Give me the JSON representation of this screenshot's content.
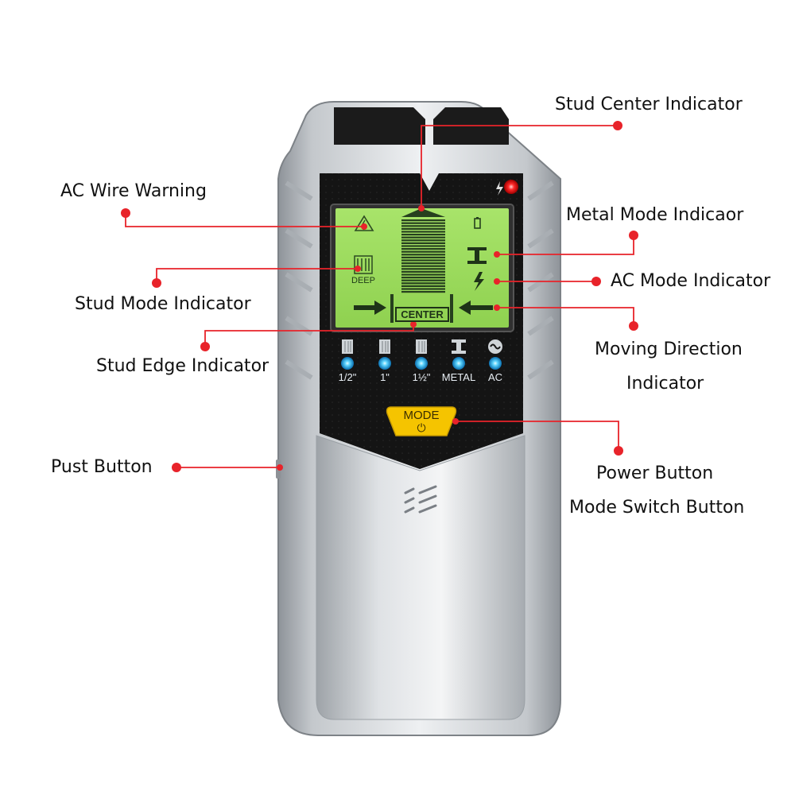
{
  "callouts": {
    "stud_center": "Stud Center Indicator",
    "ac_wire_warning": "AC Wire Warning",
    "metal_mode": "Metal Mode Indicaor",
    "ac_mode": "AC Mode Indicator",
    "stud_mode": "Stud Mode Indicator",
    "moving_direction_1": "Moving Direction",
    "moving_direction_2": "Indicator",
    "stud_edge": "Stud Edge Indicator",
    "pust_button": "Pust Button",
    "power_button": "Power Button",
    "mode_switch_button": "Mode Switch Button"
  },
  "lcd": {
    "deep_label": "DEEP",
    "center_label": "CENTER"
  },
  "depth_modes": [
    {
      "label": "1/2\"",
      "icon": "stud-block-icon"
    },
    {
      "label": "1\"",
      "icon": "stud-block-icon"
    },
    {
      "label": "1½\"",
      "icon": "stud-block-icon"
    },
    {
      "label": "METAL",
      "icon": "i-beam-icon"
    },
    {
      "label": "AC",
      "icon": "ac-wave-icon"
    }
  ],
  "mode_button": {
    "label": "MODE",
    "icon": "power-icon"
  },
  "colors": {
    "callout_dot": "#e8232a",
    "callout_line": "#e8232a",
    "lcd_green": "#9fdc5e",
    "led_blue": "#19b6ff",
    "mode_button_yellow": "#f5c400",
    "device_silver": "#c9cdd1",
    "face_black": "#141414"
  }
}
